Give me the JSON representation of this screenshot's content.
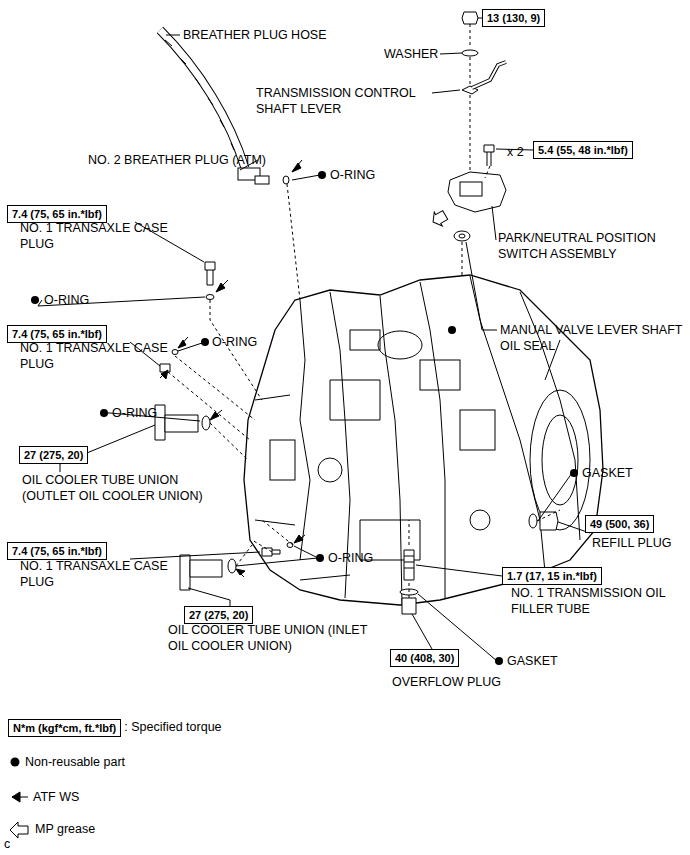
{
  "diagram": {
    "nodes": [
      {
        "text": [
          "13 (130, 9)"
        ]
      },
      {
        "text": [
          "5.4 (55, 48 in.*lbf)"
        ]
      },
      {
        "text": [
          "7.4 (75, 65 in.*lbf)"
        ]
      },
      {
        "text": [
          "7.4 (75, 65 in.*lbf)"
        ]
      },
      {
        "text": [
          "27 (275, 20)"
        ]
      },
      {
        "text": [
          "49 (500, 36)"
        ]
      },
      {
        "text": [
          "1.7 (17, 15 in.*lbf)"
        ]
      },
      {
        "text": [
          "7.4 (75, 65 in.*lbf)"
        ]
      },
      {
        "text": [
          "27 (275, 20)"
        ]
      },
      {
        "text": [
          "40 (408, 30)"
        ]
      },
      {
        "text": [
          "N*m (kgf*cm, ft.*lbf)"
        ]
      }
    ],
    "labels": [
      "BREATHER PLUG HOSE",
      "WASHER",
      "TRANSMISSION CONTROL SHAFT LEVER",
      "x 2",
      "NO. 2 BREATHER PLUG (ATM)",
      "O-RING",
      "NO. 1 TRANSAXLE CASE PLUG",
      "PARK/NEUTRAL POSITION SWITCH ASSEMBLY",
      "O-RING",
      "MANUAL VALVE LEVER SHAFT OIL SEAL",
      "O-RING",
      "NO. 1 TRANSAXLE CASE PLUG",
      "O-RING",
      "OIL COOLER TUBE UNION (OUTLET OIL COOLER UNION)",
      "GASKET",
      "REFILL PLUG",
      "NO. 1 TRANSAXLE CASE PLUG",
      "O-RING",
      "NO. 1 TRANSMISSION OIL FILLER TUBE",
      "OIL COOLER TUBE UNION (INLET OIL COOLER UNION)",
      "GASKET",
      "OVERFLOW PLUG",
      "c"
    ],
    "legend": [
      {
        "text": ": Specified torque"
      },
      {
        "text": "Non-reusable part"
      },
      {
        "text": "ATF WS"
      },
      {
        "text": "MP grease"
      }
    ]
  }
}
